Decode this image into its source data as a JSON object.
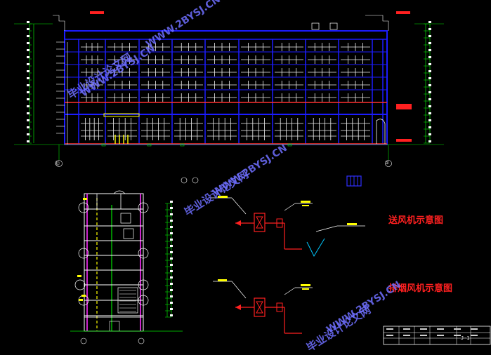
{
  "drawing": {
    "background": "#000000",
    "colors": {
      "wall": "#1c1cff",
      "grid": "#f0f0f0",
      "floor_line": "#ff3030",
      "dimension": "#00e000",
      "accent": "#ffff00",
      "equipment": "#ff2020",
      "magenta": "#ff30ff",
      "cyan": "#00c8ff",
      "watermark": "#6f6fff"
    },
    "elevation_labels": {
      "left_axis": "⑫",
      "right_axis": "①",
      "below_center": "⑫  ①"
    },
    "fan_diagrams": {
      "supply_fan_label": "送风机示意图",
      "smoke_exhaust_fan_label": "排烟风机示意图"
    },
    "watermarks": [
      "毕业设计论文网",
      "WWW.2BYSJ.CN",
      "毕业设计论文网",
      "WWW.2BYSJ.CN",
      "WWW.2BYSJ.CN",
      "毕业设计论文网",
      "WWW.2BYSJ.CN"
    ],
    "title_block": {
      "drawing_no": "J-1"
    }
  }
}
